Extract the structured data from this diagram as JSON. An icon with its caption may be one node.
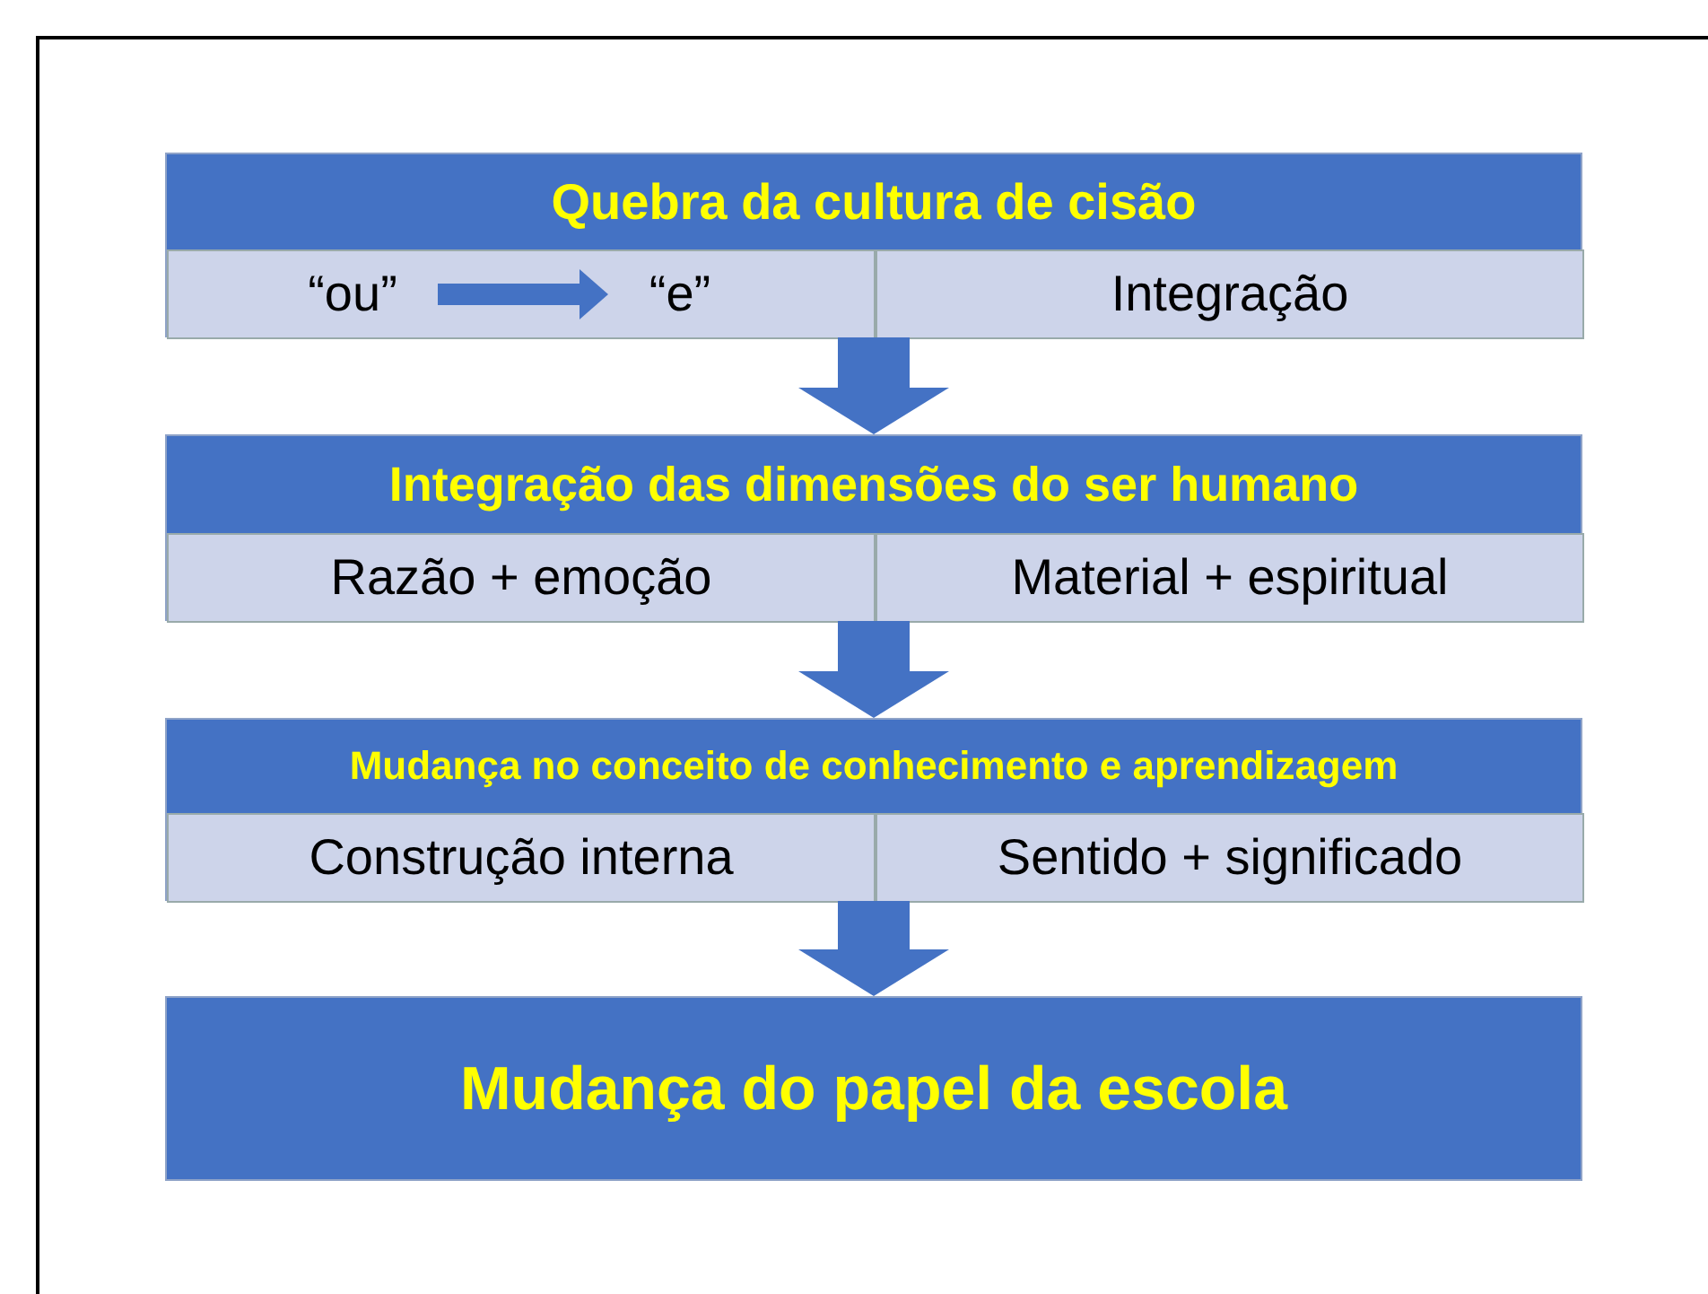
{
  "diagram": {
    "nodes": [
      {
        "text": [
          "Quebra da cultura de cisão"
        ]
      },
      {
        "text": [],
        "shape": "box",
        "in": 0
      },
      {
        "text": [
          "“ou”"
        ],
        "in": 1
      },
      {
        "text": [
          "“e”"
        ],
        "in": 1
      },
      {
        "text": [
          "Integração"
        ],
        "in": 0
      },
      {
        "text": [
          "Integração das dimensões do ser humano"
        ]
      },
      {
        "text": [
          "Razão + emoção"
        ],
        "in": 5
      },
      {
        "text": [
          "Material + espiritual"
        ],
        "in": 5
      },
      {
        "text": [
          "Mudança no conceito de conhecimento e aprendizagem"
        ]
      },
      {
        "text": [
          "Construção interna"
        ],
        "in": 8
      },
      {
        "text": [
          "Sentido + significado"
        ],
        "in": 8
      },
      {
        "text": [
          "Mudança do papel da escola"
        ]
      }
    ],
    "edges": [
      {
        "from": 2,
        "to": 3,
        "arrow": "to"
      },
      {
        "from": 0,
        "to": 5,
        "arrow": "to"
      },
      {
        "from": 5,
        "to": 8,
        "arrow": "to"
      },
      {
        "from": 8,
        "to": 11,
        "arrow": "to"
      }
    ]
  }
}
